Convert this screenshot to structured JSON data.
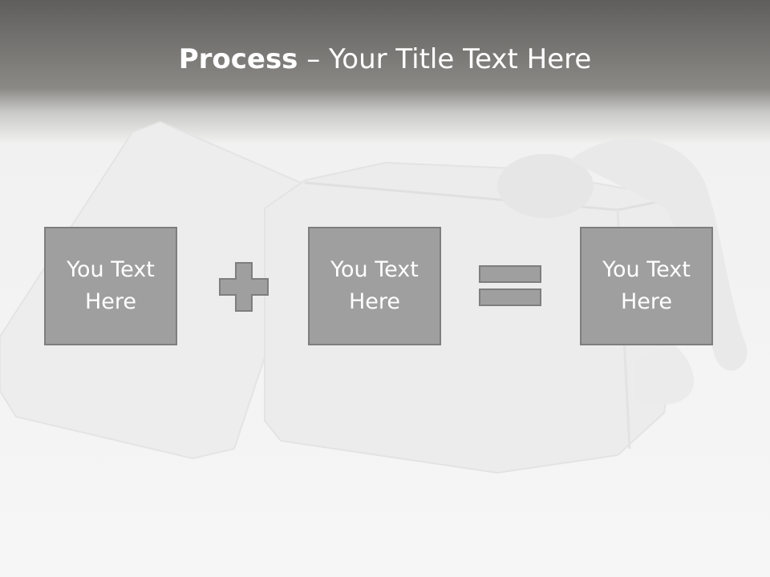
{
  "slide": {
    "title_bold": "Process",
    "title_rest": " – Your Title Text Here",
    "boxes": [
      {
        "text": "You Text\nHere"
      },
      {
        "text": "You Text\nHere"
      },
      {
        "text": "You Text\nHere"
      }
    ],
    "operators": [
      "plus-icon",
      "equals-icon"
    ],
    "colors": {
      "box_fill": "#9f9f9f",
      "box_border": "#7e7e7e",
      "header": "#6e6d6a"
    }
  }
}
